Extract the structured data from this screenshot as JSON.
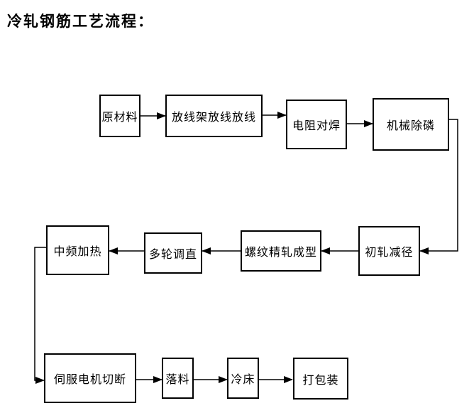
{
  "title": "冷轧钢筋工艺流程：",
  "flowchart": {
    "boxes": [
      {
        "id": "raw-material",
        "label": "原材料"
      },
      {
        "id": "payoff-rack",
        "label": "放线架放线放线"
      },
      {
        "id": "resistance-butt-welding",
        "label": "电阻对焊"
      },
      {
        "id": "mechanical-descaling",
        "label": "机械除磷"
      },
      {
        "id": "initial-rolling-reduction",
        "label": "初轧减径"
      },
      {
        "id": "thread-precision-rolling",
        "label": "螺纹精轧成型"
      },
      {
        "id": "multi-wheel-straightening",
        "label": "多轮调直"
      },
      {
        "id": "medium-frequency-heating",
        "label": "中频加热"
      },
      {
        "id": "servo-motor-cutting",
        "label": "伺服电机切断"
      },
      {
        "id": "blanking",
        "label": "落料"
      },
      {
        "id": "cooling-bed",
        "label": "冷床"
      },
      {
        "id": "packing",
        "label": "打包装"
      }
    ],
    "flow_order": [
      "raw-material",
      "payoff-rack",
      "resistance-butt-welding",
      "mechanical-descaling",
      "initial-rolling-reduction",
      "thread-precision-rolling",
      "multi-wheel-straightening",
      "medium-frequency-heating",
      "servo-motor-cutting",
      "blanking",
      "cooling-bed",
      "packing"
    ]
  },
  "colors": {
    "background": "#ffffff",
    "line": "#000000",
    "box_border": "#000000",
    "box_fill": "#ffffff",
    "text": "#000000"
  }
}
